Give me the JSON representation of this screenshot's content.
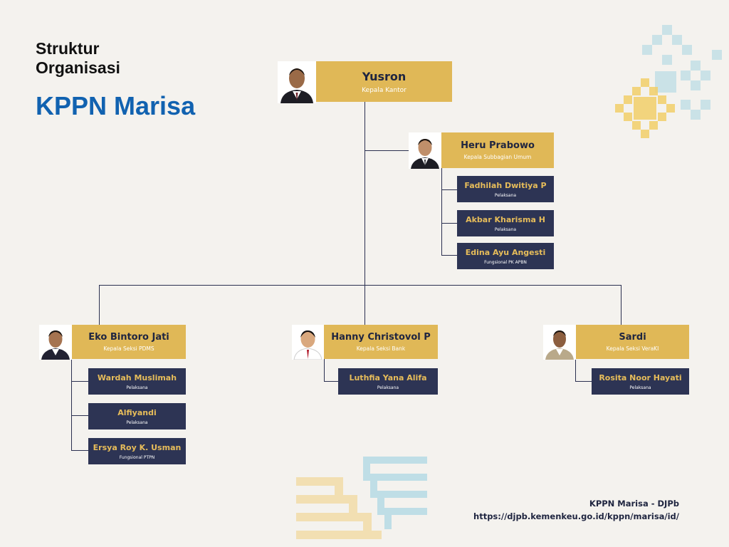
{
  "header": {
    "title_line": "Struktur Organisasi",
    "office": "KPPN Marisa"
  },
  "head": {
    "name": "Yusron",
    "role": "Kepala Kantor"
  },
  "subbag": {
    "name": "Heru Prabowo",
    "role": "Kepala Subbagian Umum",
    "staff": [
      {
        "name": "Fadhilah Dwitiya P",
        "role": "Pelaksana"
      },
      {
        "name": "Akbar Kharisma H",
        "role": "Pelaksana"
      },
      {
        "name": "Edina Ayu Angesti",
        "role": "Fungsional PK APBN"
      }
    ]
  },
  "sections": [
    {
      "name": "Eko Bintoro Jati",
      "role": "Kepala Seksi PDMS",
      "staff": [
        {
          "name": "Wardah Muslimah",
          "role": "Pelaksana"
        },
        {
          "name": "Alfiyandi",
          "role": "Pelaksana"
        },
        {
          "name": "Ersya Roy K. Usman",
          "role": "Fungsional PTPN"
        }
      ]
    },
    {
      "name": "Hanny Christovol P",
      "role": "Kepala Seksi Bank",
      "staff": [
        {
          "name": "Luthfia Yana Alifa",
          "role": "Pelaksana"
        }
      ]
    },
    {
      "name": "Sardi",
      "role": "Kepala Seksi VeraKI",
      "staff": [
        {
          "name": "Rosita Noor Hayati",
          "role": "Pelaksana"
        }
      ]
    }
  ],
  "footer": {
    "line1": "KPPN Marisa - DJPb",
    "line2": "https://djpb.kemenkeu.go.id/kppn/marisa/id/"
  },
  "colors": {
    "background": "#f4f2ee",
    "gold": "#e0b857",
    "navy": "#2d3454",
    "title_blue": "#1162b0"
  }
}
